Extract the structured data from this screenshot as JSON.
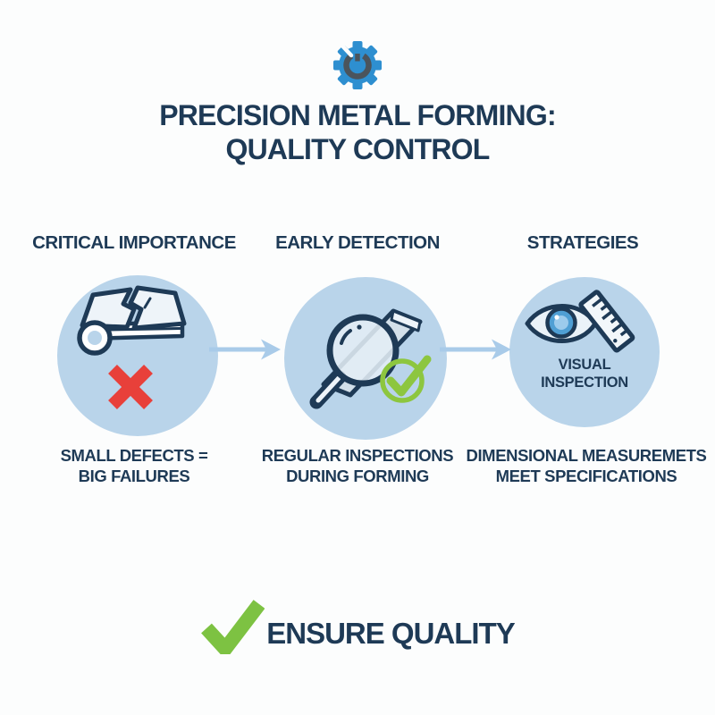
{
  "header": {
    "gear_icon": "gear-icon",
    "title_line1": "PRECISION METAL FORMING:",
    "title_line2": "QUALITY CONTROL"
  },
  "columns": [
    {
      "heading": "CRITICAL IMPORTANCE",
      "icon": "cracked-metal-sheet-icon",
      "badge": "red-x-mark",
      "caption_line1": "SMALL DEFECTS =",
      "caption_line2": "BIG FAILURES"
    },
    {
      "heading": "EARLY DETECTION",
      "icon": "magnifier-inspection-icon",
      "badge": "green-check-mark",
      "caption_line1": "REGULAR INSPECTIONS",
      "caption_line2": "DURING FORMING"
    },
    {
      "heading": "STRATEGIES",
      "icon": "eye-and-ruler-icon",
      "inner_label_line1": "VISUAL",
      "inner_label_line2": "INSPECTION",
      "caption_line1": "DIMENSIONAL MEASUREMETS",
      "caption_line2": "MEET SPECIFICATIONS"
    }
  ],
  "footer": {
    "check_icon": "check-icon",
    "label": "ENSURE QUALITY"
  },
  "colors": {
    "navy_text": "#1e3a56",
    "circle_fill": "#b9d4ea",
    "arrow_blue": "#a9cbe9",
    "gear_blue": "#2e8fd0",
    "gear_ring_gray": "#4b545c",
    "error_red": "#e8403a",
    "success_green_footer": "#7dc242",
    "success_green_badge": "#8dc63f",
    "iris_blue": "#4f9fd4",
    "background": "#fcfdfd"
  }
}
